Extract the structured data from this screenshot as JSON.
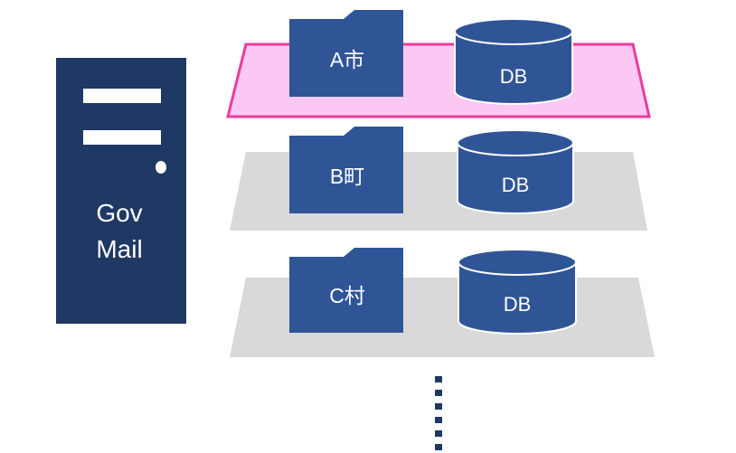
{
  "server": {
    "label_line1": "Gov",
    "label_line2": "Mail",
    "colors": {
      "body": "#1f3864",
      "detail": "#ffffff"
    }
  },
  "tenants": [
    {
      "folder_label": "A市",
      "db_label": "DB",
      "highlighted": true
    },
    {
      "folder_label": "B町",
      "db_label": "DB",
      "highlighted": false
    },
    {
      "folder_label": "C村",
      "db_label": "DB",
      "highlighted": false
    }
  ],
  "colors": {
    "folder_fill": "#2f5597",
    "db_fill": "#2f5597",
    "db_stroke": "#ffffff",
    "layer_fill": "#d9d9d9",
    "highlight_fill": "#fbc8f4",
    "highlight_stroke": "#ea3c9d",
    "continuation_dots": "#1f3864"
  },
  "continuation_icon": "vertical-ellipsis-dots"
}
